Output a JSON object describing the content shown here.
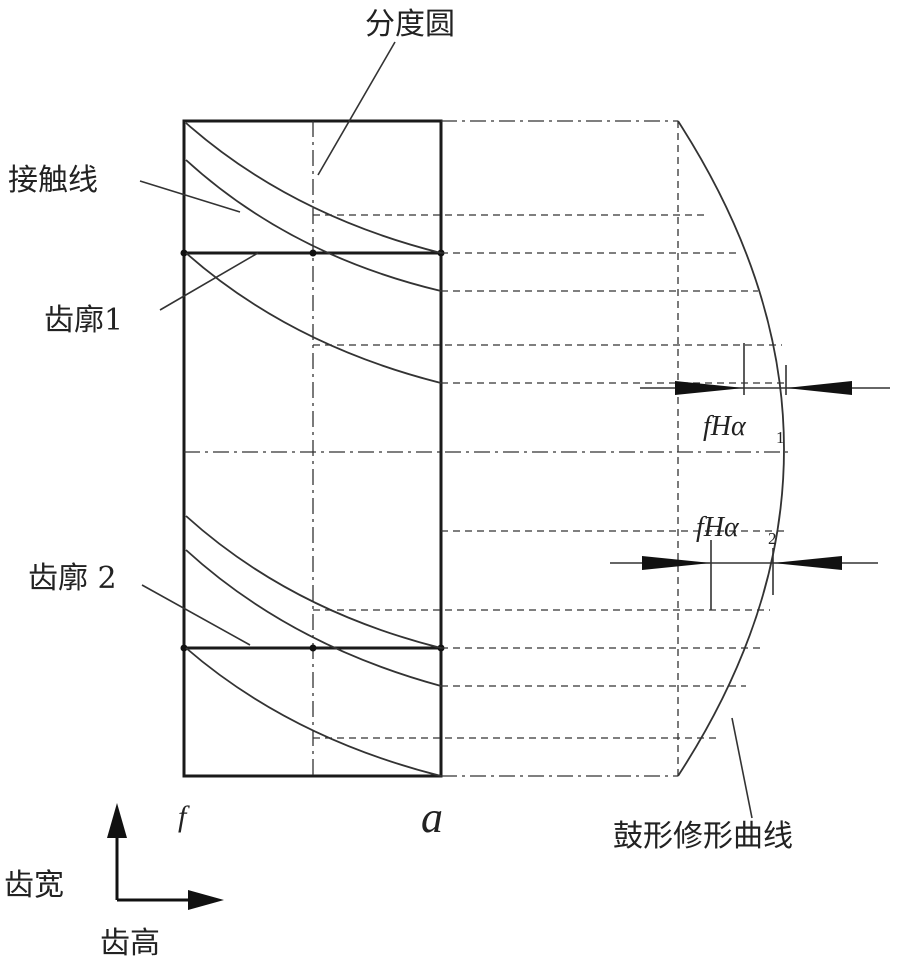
{
  "labels": {
    "pitch_circle": "分度圆",
    "contact_line": "接触线",
    "profile_1": "齿廓1",
    "profile_2": "齿廓 2",
    "crowning_curve": "鼓形修形曲线",
    "root_mark": "f",
    "tip_mark": "a",
    "axis_width": "齿宽",
    "axis_height": "齿高",
    "dev1": {
      "main": "fHα",
      "sub": "1"
    },
    "dev2": {
      "main": "fHα",
      "sub": "2"
    }
  },
  "colors": {
    "line": "#1a1a1a",
    "background": "#ffffff"
  }
}
